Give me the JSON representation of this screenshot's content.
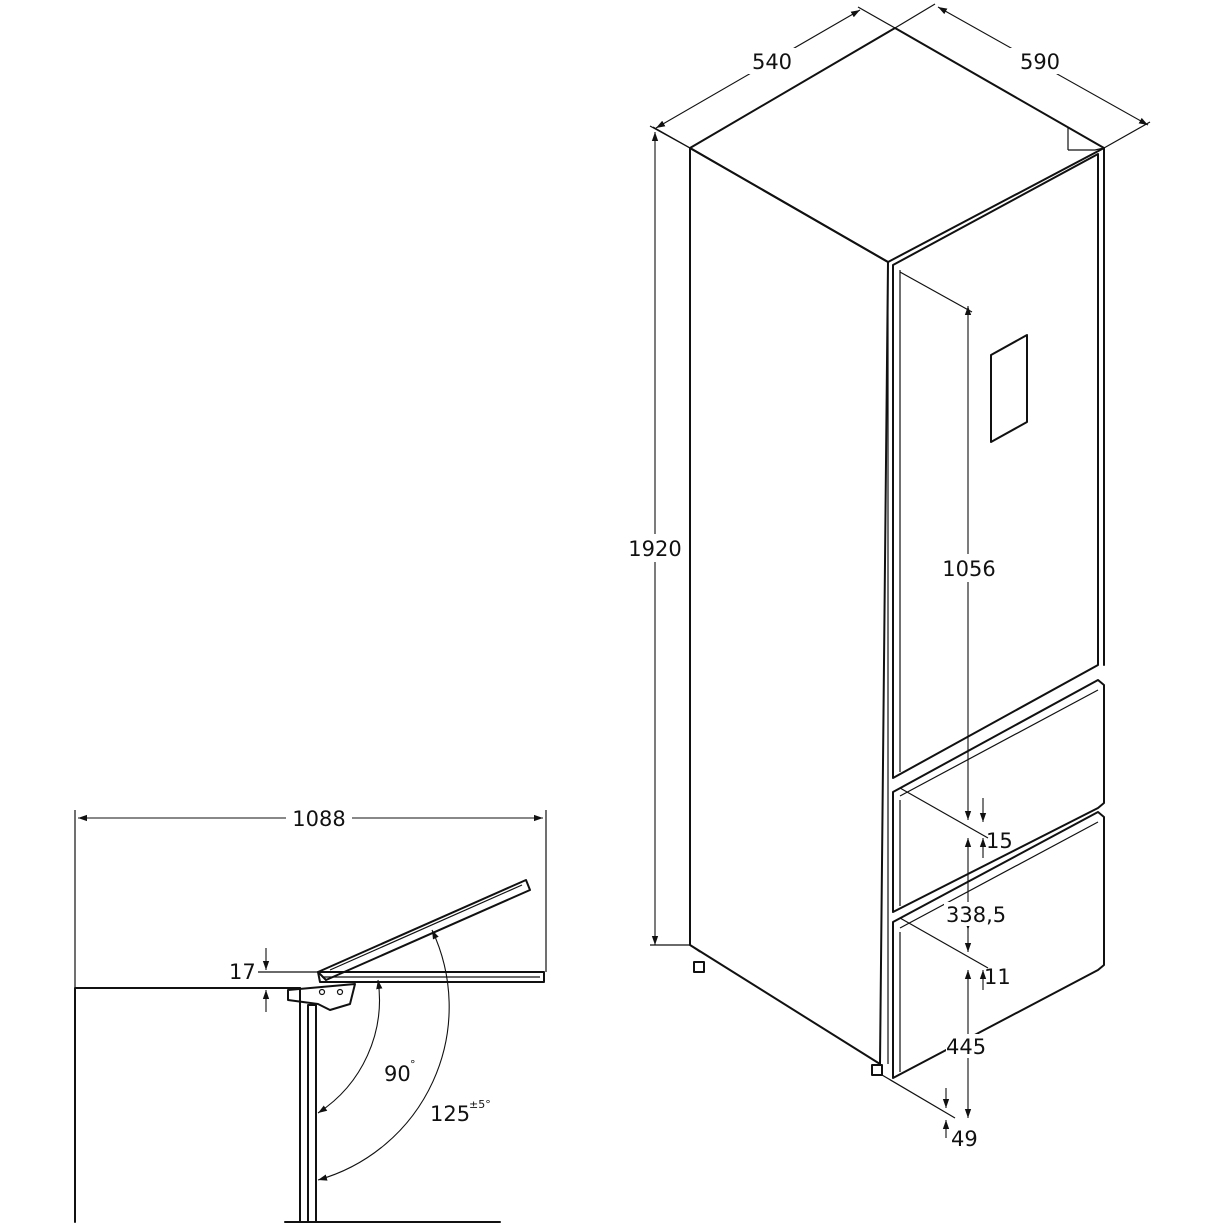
{
  "dimensions": {
    "total_height": "1920",
    "width": "540",
    "depth": "590",
    "fridge_door_height": "1056",
    "gap_upper": "15",
    "drawer_upper_height": "338,5",
    "gap_lower": "11",
    "drawer_lower_height": "445",
    "foot_height": "49",
    "open_door_depth": "1088",
    "hinge_offset": "17",
    "door_angle_90": "90",
    "door_angle_125": "125",
    "door_angle_125_tolerance": "±5°",
    "degree_mark": "°"
  }
}
